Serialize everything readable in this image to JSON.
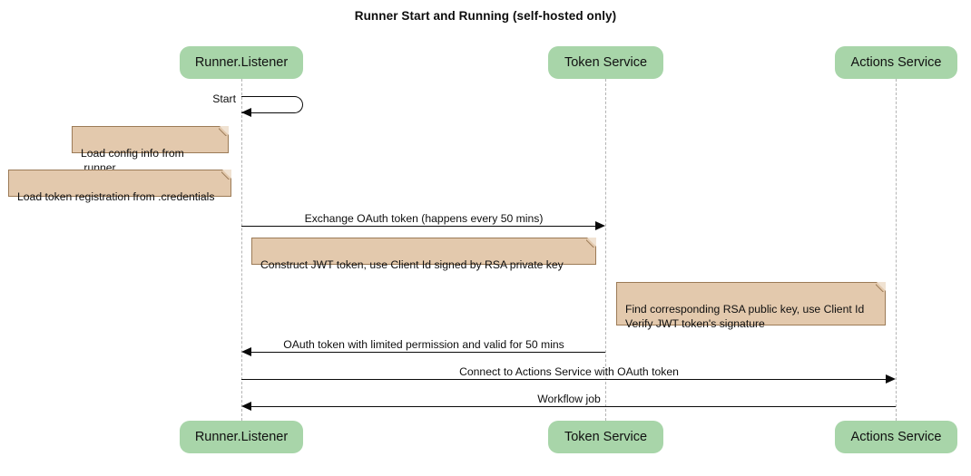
{
  "diagram": {
    "title": "Runner Start and Running (self-hosted only)",
    "type": "sequence-diagram",
    "colors": {
      "participant_fill": "#a8d5a9",
      "note_fill": "#e3c9ad",
      "note_border": "#9c7b57",
      "lifeline": "#b4b4b4",
      "line": "#0a0a0a",
      "background": "#ffffff"
    }
  },
  "participants": [
    {
      "id": "runner",
      "label": "Runner.Listener"
    },
    {
      "id": "token",
      "label": "Token Service"
    },
    {
      "id": "actions",
      "label": "Actions Service"
    }
  ],
  "participants_bottom": [
    {
      "id": "runner",
      "label": "Runner.Listener"
    },
    {
      "id": "token",
      "label": "Token Service"
    },
    {
      "id": "actions",
      "label": "Actions Service"
    }
  ],
  "messages": [
    {
      "id": "start",
      "label": "Start",
      "from": "runner",
      "to": "runner",
      "kind": "self"
    },
    {
      "id": "exchange-oauth-token",
      "label": "Exchange OAuth token (happens every 50 mins)",
      "from": "runner",
      "to": "token",
      "direction": "right"
    },
    {
      "id": "oauth-token-response",
      "label": "OAuth token with limited permission and valid for 50 mins",
      "from": "token",
      "to": "runner",
      "direction": "left"
    },
    {
      "id": "connect-to-actions-service",
      "label": "Connect to Actions Service with OAuth token",
      "from": "runner",
      "to": "actions",
      "direction": "right"
    },
    {
      "id": "workflow-job",
      "label": "Workflow job",
      "from": "actions",
      "to": "runner",
      "direction": "left"
    }
  ],
  "notes": [
    {
      "id": "load-config",
      "text": "Load config info from .runner"
    },
    {
      "id": "load-token-registration",
      "text": "Load token registration from .credentials"
    },
    {
      "id": "construct-jwt",
      "text": "Construct JWT token, use Client Id signed by RSA private key"
    },
    {
      "id": "verify-jwt",
      "text": "Find corresponding RSA public key, use Client Id\nVerify JWT token's signature"
    }
  ]
}
